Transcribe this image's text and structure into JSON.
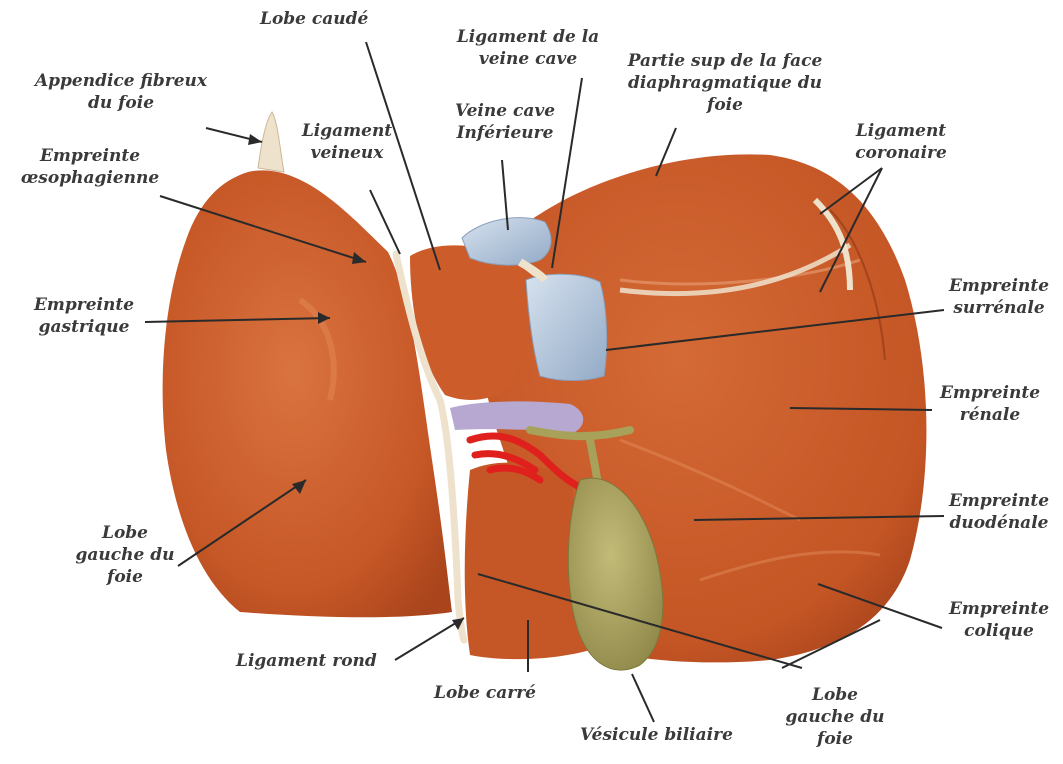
{
  "labels": {
    "appendice": [
      "Appendice fibreux",
      "du foie"
    ],
    "empreinte_oesophagienne": [
      "Empreinte",
      "œsophagienne"
    ],
    "empreinte_gastrique": [
      "Empreinte",
      "gastrique"
    ],
    "lobe_gauche_left": [
      "Lobe",
      "gauche du",
      "foie"
    ],
    "ligament_rond": [
      "Ligament rond"
    ],
    "lobe_caude": [
      "Lobe caudé"
    ],
    "ligament_veineux": [
      "Ligament",
      "veineux"
    ],
    "ligament_veine_cave": [
      "Ligament de la",
      "veine cave"
    ],
    "veine_cave_inferieure": [
      "Veine cave",
      "Inférieure"
    ],
    "partie_sup": [
      "Partie sup de la face",
      "diaphragmatique du",
      "foie"
    ],
    "ligament_coronaire": [
      "Ligament",
      "coronaire"
    ],
    "empreinte_surrenale": [
      "Empreinte",
      "surrénale"
    ],
    "empreinte_renale": [
      "Empreinte",
      "rénale"
    ],
    "empreinte_duodenale": [
      "Empreinte",
      "duodénale"
    ],
    "empreinte_colique": [
      "Empreinte",
      "colique"
    ],
    "lobe_gauche_right": [
      "Lobe",
      "gauche du",
      "foie"
    ],
    "lobe_carre": [
      "Lobe carré"
    ],
    "vesicule_biliaire": [
      "Vésicule biliaire"
    ]
  },
  "colors": {
    "liver": "#c85a2a",
    "liver_dark": "#a8441c",
    "liver_light": "#dc7a48",
    "ligament": "#efe2cc",
    "vena_cava": "#b9cbe0",
    "gallbladder": "#a7a15a",
    "artery": "#e0201c",
    "portal_vein": "#b7a8d2",
    "leader": "#2a2a2a",
    "text": "#3a3a3a"
  }
}
